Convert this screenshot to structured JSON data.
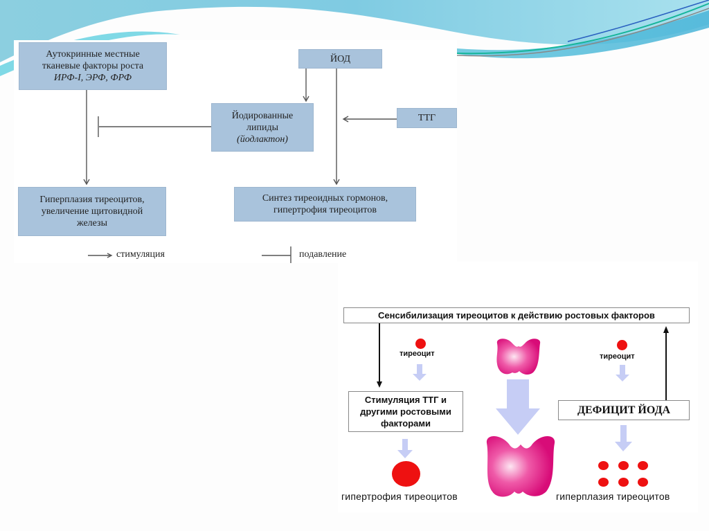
{
  "theme": {
    "box_fill": "#a9c3dc",
    "wave_light": "#a6dde9",
    "wave_mid": "#5cc4dc",
    "wave_dark": "#2a7fc0",
    "wave_green": "#16b59a",
    "cell_red": "#ee1111",
    "gland_pink": "#e0117a",
    "arrow_lavender": "#c6cdf5"
  },
  "top_diagram": {
    "boxes": {
      "autocrine": {
        "line1": "Аутокринные местные",
        "line2": "тканевые факторы роста",
        "line3": "ИРФ-I, ЭРФ, ФРФ"
      },
      "iodine": {
        "label": "ЙОД"
      },
      "iodinated_lipids": {
        "line1": "Йодированные",
        "line2": "липиды",
        "line3": "(йодлактон)"
      },
      "tsh": {
        "label": "ТТГ"
      },
      "hyperplasia": {
        "line1": "Гиперплазия тиреоцитов,",
        "line2": "увеличение щитовидной",
        "line3": "железы"
      },
      "synthesis": {
        "line1": "Синтез тиреоидных гормонов,",
        "line2": "гипертрофия тиреоцитов"
      }
    },
    "legend": {
      "stimulation": "стимуляция",
      "suppression": "подавление"
    }
  },
  "bottom_diagram": {
    "sensitization": "Сенсибилизация тиреоцитов к действию ростовых факторов",
    "thyrocyte_left": "тиреоцит",
    "thyrocyte_right": "тиреоцит",
    "stimulation_box": {
      "line1": "Стимуляция ТТГ и",
      "line2": "другими ростовыми",
      "line3": "факторами"
    },
    "deficiency": "ДЕФИЦИТ ЙОДА",
    "hypertrophy": "гипертрофия тиреоцитов",
    "hyperplasia": "гиперплазия тиреоцитов"
  }
}
